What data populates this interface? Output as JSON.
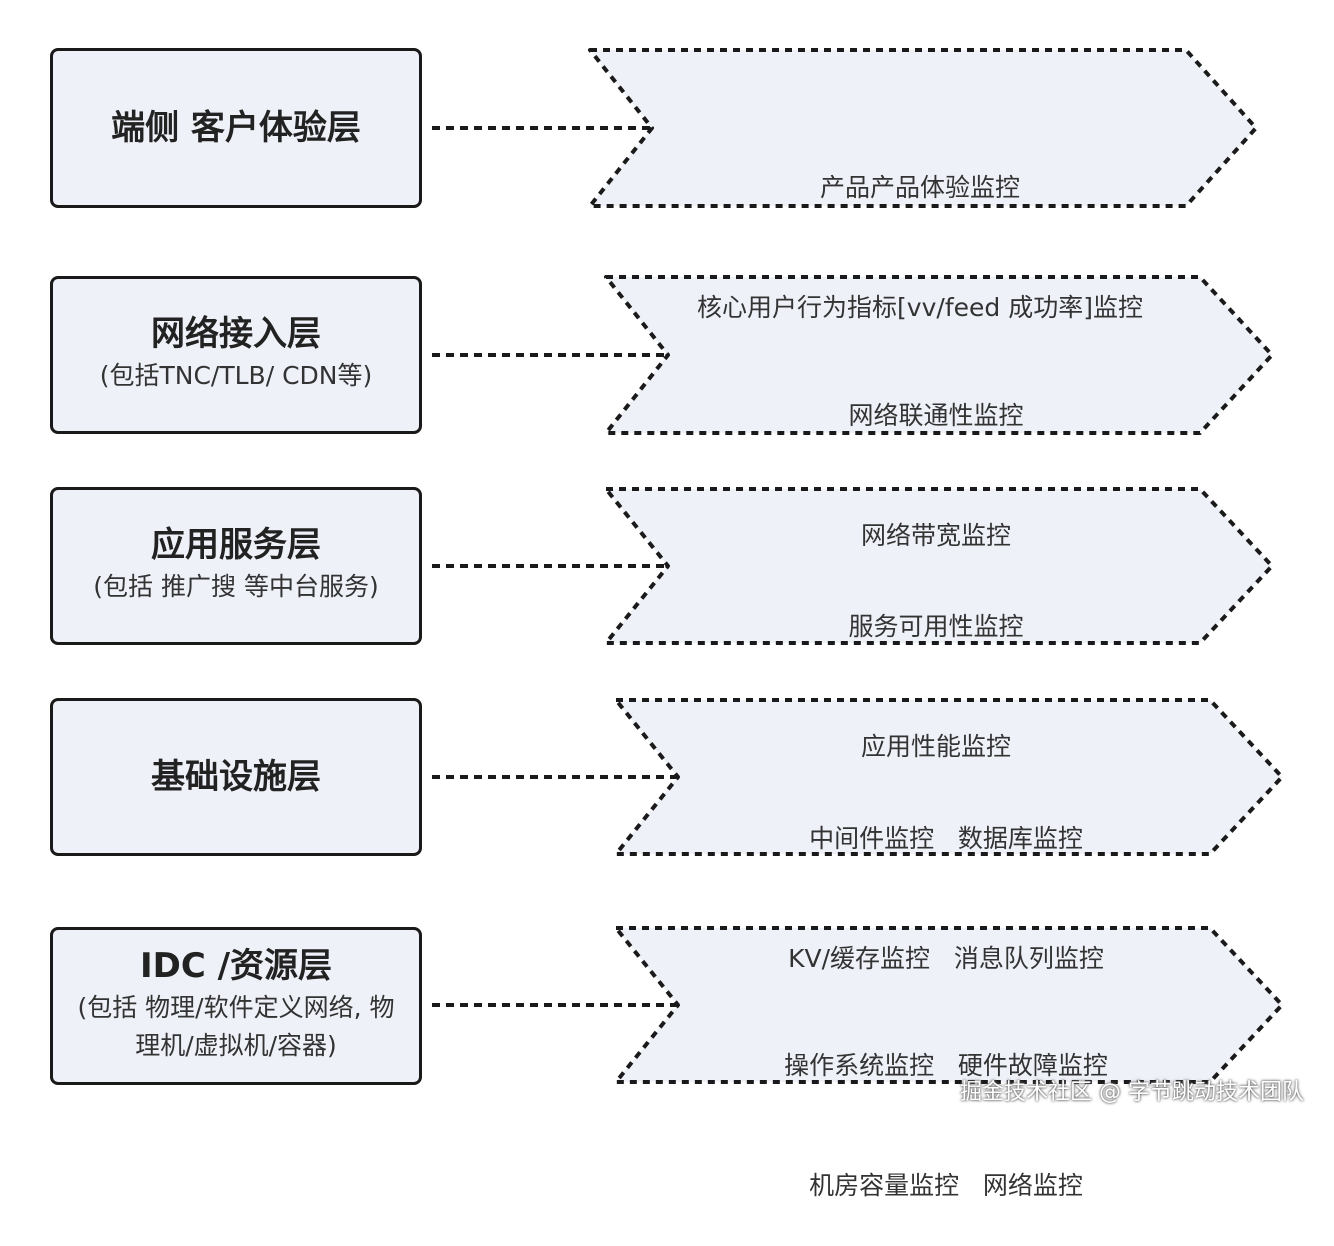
{
  "layers": [
    {
      "title": "端侧 客户体验层",
      "subtitle": "",
      "monitors": [
        "产品产品体验监控",
        "核心用户行为指标[vv/feed 成功率]监控"
      ]
    },
    {
      "title": "网络接入层",
      "subtitle": "(包括TNC/TLB/ CDN等)",
      "monitors": [
        "网络联通性监控",
        "网络带宽监控"
      ]
    },
    {
      "title": "应用服务层",
      "subtitle": "(包括 推广搜 等中台服务)",
      "monitors": [
        "服务可用性监控",
        "应用性能监控"
      ]
    },
    {
      "title": "基础设施层",
      "subtitle": "",
      "monitors": [
        "中间件监控   数据库监控",
        "KV/缓存监控   消息队列监控"
      ]
    },
    {
      "title": "IDC /资源层",
      "subtitle": "(包括 物理/软件定义网络, 物理机/虚拟机/容器)",
      "monitors": [
        "操作系统监控   硬件故障监控",
        "机房容量监控   网络监控"
      ]
    }
  ],
  "watermark": "掘金技术社区 @ 字节跳动技术团队",
  "colors": {
    "box_fill": "#eef1f8",
    "border": "#1a1a1a",
    "chevron_fill": "#eef1f8"
  }
}
